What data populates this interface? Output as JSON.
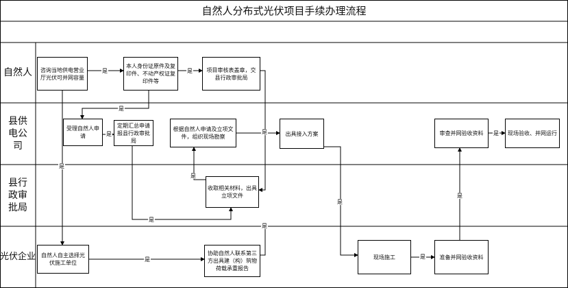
{
  "title": "自然人分布式光伏项目手续办理流程",
  "lanes": [
    "自然人",
    "县供电公司",
    "县行政审批局",
    "光伏企业"
  ],
  "boxes": {
    "consult": "咨询当地供电营业厅光伏可并网容量",
    "idcopies": "本人身份证原件及复印件、不动产权证复印件等",
    "review_stamp": "项目审核表盖章，交县行政审批局",
    "accept": "受理自然人申请",
    "summarize": "定期汇总申请报县行政审批局",
    "survey": "根据自然人申请及立项文件，组织现场勘察",
    "access_plan": "出具接入方案",
    "review_acceptance": "审查并网验收资料",
    "onsite_grid": "现场验收、并网运行",
    "collect_docs": "收取相关材料，出具立项文件",
    "choose_unit": "自然人自主选择光伏施工单位",
    "assist": "协助自然人联系第三方出具建（构）筑物荷载承重报告",
    "construction": "现场施工",
    "prepare_acceptance": "准备并网验收资料"
  },
  "edge_label": "是"
}
